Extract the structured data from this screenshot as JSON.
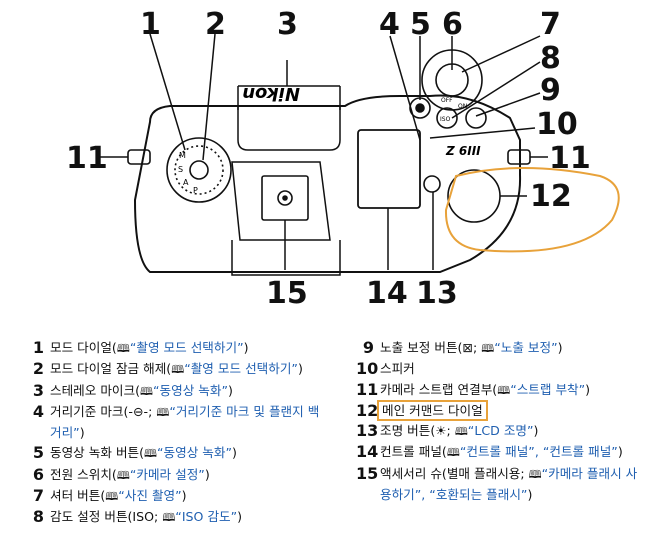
{
  "callouts": [
    "1",
    "2",
    "3",
    "4",
    "5",
    "6",
    "7",
    "8",
    "9",
    "10",
    "11",
    "12",
    "13",
    "14",
    "15"
  ],
  "camera": {
    "logo": "Nikon",
    "badge": "Z 6III",
    "dial_letters": [
      "M",
      "S",
      "A",
      "P"
    ],
    "off_label": "OFF",
    "on_label": "ON",
    "iso_label": "ISO"
  },
  "highlight_color": "#e8a23a",
  "link_color": "#1f5fb0",
  "book_icon": "book-icon",
  "legend_left": [
    {
      "num": "1",
      "text": "모드 다이얼(",
      "link": "“촬영 모드 선택하기”",
      "tail": ")"
    },
    {
      "num": "2",
      "text": "모드 다이얼 잠금 해제(",
      "link": "“촬영 모드 선택하기”",
      "tail": ")"
    },
    {
      "num": "3",
      "text": "스테레오 마이크(",
      "link": "“동영상 녹화”",
      "tail": ")"
    },
    {
      "num": "4",
      "text": "거리기준 마크(-⊖-; ",
      "link": "“거리기준 마크 및 플랜지 백 거리”",
      "tail": ")"
    },
    {
      "num": "5",
      "text": "동영상 녹화 버튼(",
      "link": "“동영상 녹화”",
      "tail": ")"
    },
    {
      "num": "6",
      "text": "전원 스위치(",
      "link": "“카메라 설정”",
      "tail": ")"
    },
    {
      "num": "7",
      "text": "셔터 버튼(",
      "link": "“사진 촬영”",
      "tail": ")"
    },
    {
      "num": "8",
      "text": "감도 설정 버튼(ISO; ",
      "link": "“ISO 감도”",
      "tail": ")"
    }
  ],
  "legend_right": [
    {
      "num": "9",
      "text": "노출 보정 버튼(⊠; ",
      "link": "“노출 보정”",
      "tail": ")"
    },
    {
      "num": "10",
      "text": "스피커",
      "link": "",
      "tail": ""
    },
    {
      "num": "11",
      "text": "카메라 스트랩 연결부(",
      "link": "“스트랩 부착”",
      "tail": ")"
    },
    {
      "num": "12",
      "text": "메인 커맨드 다이얼",
      "link": "",
      "tail": ""
    },
    {
      "num": "13",
      "text": "조명 버튼(☀; ",
      "link": "“LCD 조명”",
      "tail": ")"
    },
    {
      "num": "14",
      "text": "컨트롤 패널(",
      "link": "“컨트롤 패널”, “컨트롤 패널”",
      "tail": ")"
    },
    {
      "num": "15",
      "text": "액세서리 슈(별매 플래시용; ",
      "link": "“카메라 플래시 사용하기”, “호환되는 플래시”",
      "tail": ")"
    }
  ]
}
